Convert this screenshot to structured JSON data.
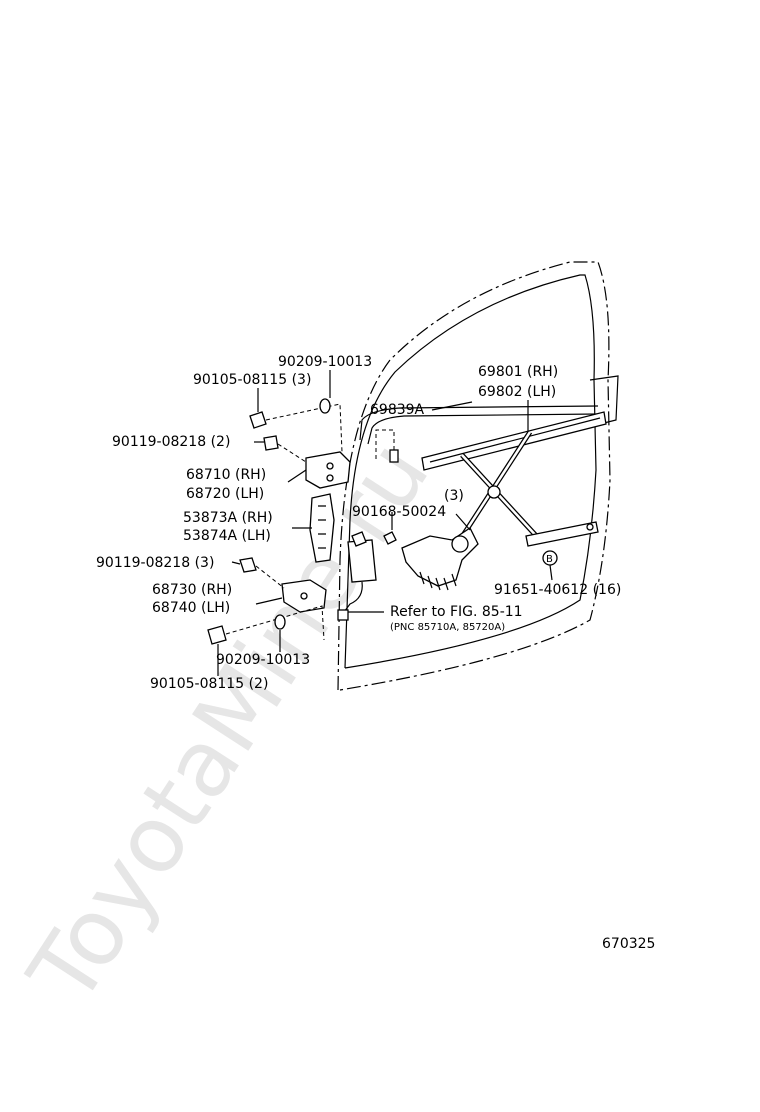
{
  "watermark": "ToyotaMine.ru",
  "figure_code": "670325",
  "labels": {
    "p90209_top": "90209-10013",
    "p90105_top": "90105-08115 (3)",
    "p90119_top": "90119-08218 (2)",
    "p68710": "68710 (RH)",
    "p68720": "68720 (LH)",
    "p53873": "53873A (RH)",
    "p53874": "53874A (LH)",
    "p90119_bot": "90119-08218 (3)",
    "p68730": "68730 (RH)",
    "p68740": "68740 (LH)",
    "p90209_bot": "90209-10013",
    "p90105_bot": "90105-08115 (2)",
    "p69839": "69839A",
    "p69801": "69801 (RH)",
    "p69802": "69802 (LH)",
    "p90168": "90168-50024",
    "p90168_qty": "(3)",
    "p91651": "91651-40612 (16)",
    "refer": "Refer to FIG. 85-11",
    "refer_pnc": "(PNC 85710A, 85720A)",
    "b_mark": "B"
  }
}
